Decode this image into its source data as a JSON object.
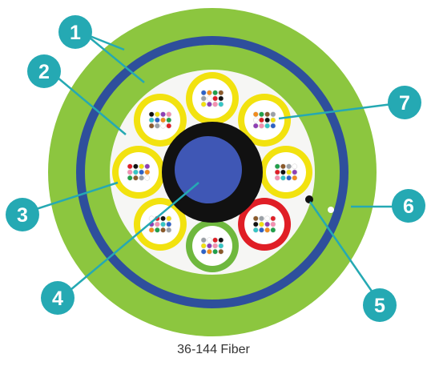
{
  "caption": "36-144 Fiber",
  "callouts": [
    {
      "number": "1"
    },
    {
      "number": "2"
    },
    {
      "number": "3"
    },
    {
      "number": "4"
    },
    {
      "number": "5"
    },
    {
      "number": "6"
    },
    {
      "number": "7"
    }
  ],
  "colors": {
    "outer_jacket": "#8cc63f",
    "armor_band": "#2e4f9c",
    "inner_jacket": "#8cc63f",
    "core_fill": "#f6f6f4",
    "buffer_tube_yellow": "#f2e20f",
    "buffer_tube_red": "#e01e26",
    "buffer_tube_green": "#6fb83e",
    "central_member_ring": "#111111",
    "central_member": "#3f57b5",
    "callout_marker": "#25a9b3",
    "leader_line": "#25a9b3"
  },
  "buffer_tubes": [
    {
      "color": "yellow"
    },
    {
      "color": "yellow"
    },
    {
      "color": "yellow"
    },
    {
      "color": "red"
    },
    {
      "color": "green"
    },
    {
      "color": "yellow"
    },
    {
      "color": "yellow"
    },
    {
      "color": "yellow"
    }
  ],
  "fiber_colors": [
    "#2e62c7",
    "#f28c1e",
    "#21a04a",
    "#8b5a2b",
    "#9aa0a6",
    "#ffffff",
    "#e01e26",
    "#111111",
    "#f2e20f",
    "#8e3fb5",
    "#f48fb1",
    "#35c6c6"
  ]
}
